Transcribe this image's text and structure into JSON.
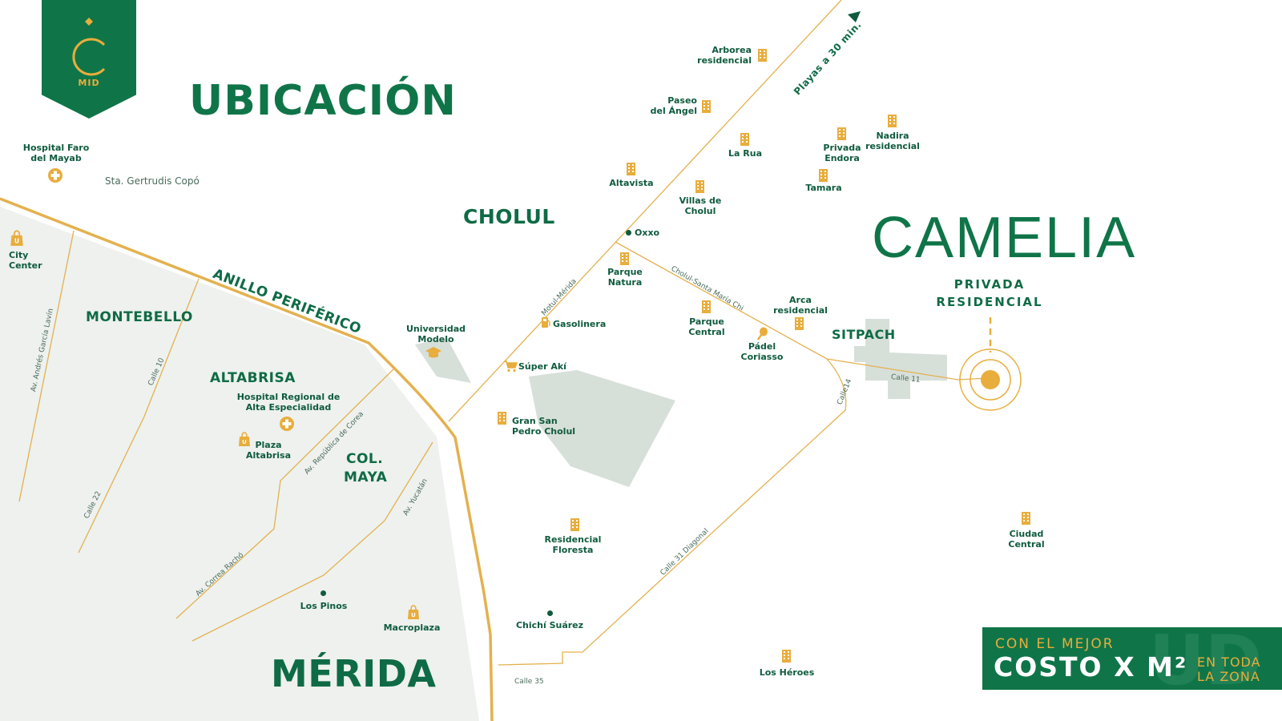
{
  "colors": {
    "brand_green": "#0f7548",
    "dark_green": "#0f5b3e",
    "gold": "#e8ad3c",
    "road": "#e3b14f",
    "city_area": "#eef1ee",
    "block": "#d7dfd9"
  },
  "logo": {
    "label": "MID",
    "icon": "c-monogram-icon"
  },
  "title": "UBICACIÓN",
  "project": {
    "name": "CAMELIA",
    "line1": "PRIVADA",
    "line2": "RESIDENCIAL",
    "marker_icon": "location-target-icon"
  },
  "banner": {
    "line1": "CON EL MEJOR",
    "line2": "COSTO X M²",
    "line3": "EN TODA",
    "line4": "LA ZONA"
  },
  "directions": {
    "beaches": "Playas a 30 min."
  },
  "areas": {
    "cholul": "CHOLUL",
    "montebello": "MONTEBELLO",
    "altabrisa": "ALTABRISA",
    "col_maya_1": "COL.",
    "col_maya_2": "MAYA",
    "merida": "MÉRIDA",
    "sitpach": "SITPACH",
    "gertrudis": "Sta. Gertrudis Copó",
    "periferico": "ANILLO PERIFÉRICO"
  },
  "streets": {
    "motul": "Motul-Mérida",
    "cholul_sm": "Cholul-Santa María Chi",
    "calle11": "Calle 11",
    "calle14": "Calle14",
    "calle31": "Calle 31 Diagonal",
    "calle35": "Calle 35",
    "garcia": "Av. Andrés García Lavín",
    "calle10": "Calle 10",
    "calle22": "Calle 22",
    "corea": "Av. República de Corea",
    "yucatan": "Av. Yucatán",
    "correa": "Av. Correa Rachó"
  },
  "pois": {
    "arborea": [
      "Arborea",
      "residencial"
    ],
    "paseo": [
      "Paseo",
      "del Ángel"
    ],
    "larua": [
      "La Rua"
    ],
    "endora": [
      "Privada",
      "Endora"
    ],
    "nadira": [
      "Nadira",
      "residencial"
    ],
    "altavista": [
      "Altavista"
    ],
    "villas": [
      "Villas de",
      "Cholul"
    ],
    "tamara": [
      "Tamara"
    ],
    "oxxo": [
      "Oxxo"
    ],
    "natura": [
      "Parque",
      "Natura"
    ],
    "arca": [
      "Arca",
      "residencial"
    ],
    "central": [
      "Parque",
      "Central"
    ],
    "padel": [
      "Pádel",
      "Coriasso"
    ],
    "gasolinera": [
      "Gasolinera"
    ],
    "universidad": [
      "Universidad",
      "Modelo"
    ],
    "superaki": [
      "Súper Akí"
    ],
    "gransp": [
      "Gran San",
      "Pedro Cholul"
    ],
    "floresta": [
      "Residencial",
      "Floresta"
    ],
    "chichi": [
      "Chichí Suárez"
    ],
    "heroes": [
      "Los Héroes"
    ],
    "ciudadcentral": [
      "Ciudad",
      "Central"
    ],
    "losPinos": [
      "Los Pinos"
    ],
    "macroplaza": [
      "Macroplaza"
    ],
    "plazaAltabrisa": [
      "Plaza",
      "Altabrisa"
    ],
    "hospitalRegional": [
      "Hospital Regional de",
      "Alta Especialidad"
    ],
    "hospitalFaro": [
      "Hospital Faro",
      "del Mayab"
    ],
    "cityCenter": [
      "City",
      "Center"
    ]
  }
}
